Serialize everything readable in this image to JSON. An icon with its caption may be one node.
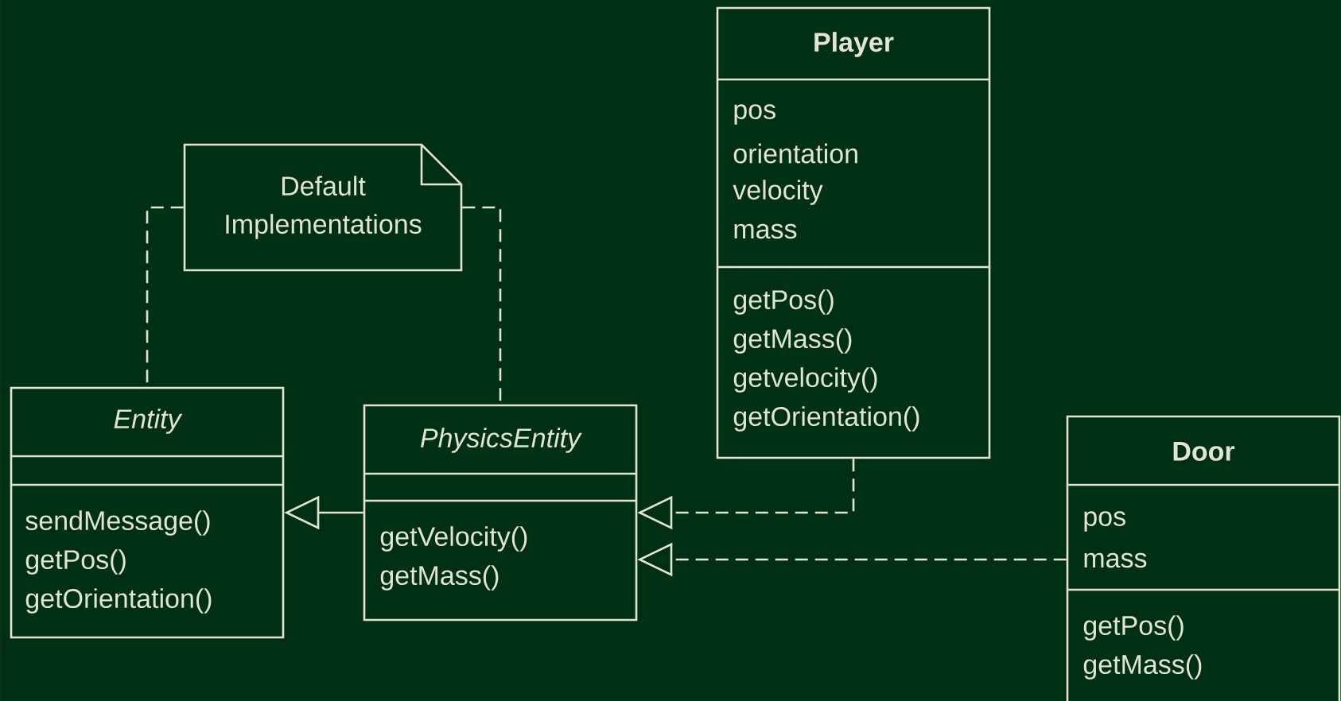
{
  "diagram": {
    "nodes": [
      {
        "text": [
          "Player",
          "pos",
          "orientation",
          "velocity",
          "mass",
          "getPos()",
          "getMass()",
          "getvelocity()",
          "getOrientation()"
        ]
      },
      {
        "text": [
          "Default Implementations"
        ]
      },
      {
        "text": [
          "Entity",
          "sendMessage()",
          "getPos()",
          "getOrientation()"
        ]
      },
      {
        "text": [
          "PhysicsEntity",
          "getVelocity()",
          "getMass()"
        ]
      },
      {
        "text": [
          "Door",
          "pos",
          "mass",
          "getPos()",
          "getMass()"
        ]
      }
    ],
    "edges": [
      {
        "from": 1,
        "to": 2,
        "arrow": "none",
        "style": "dashed"
      },
      {
        "from": 1,
        "to": 3,
        "arrow": "none",
        "style": "dashed"
      },
      {
        "from": 3,
        "to": 2,
        "arrow": "to"
      },
      {
        "from": 0,
        "to": 3,
        "arrow": "to",
        "style": "dashed"
      },
      {
        "from": 4,
        "to": 3,
        "arrow": "to",
        "style": "dashed"
      }
    ]
  }
}
